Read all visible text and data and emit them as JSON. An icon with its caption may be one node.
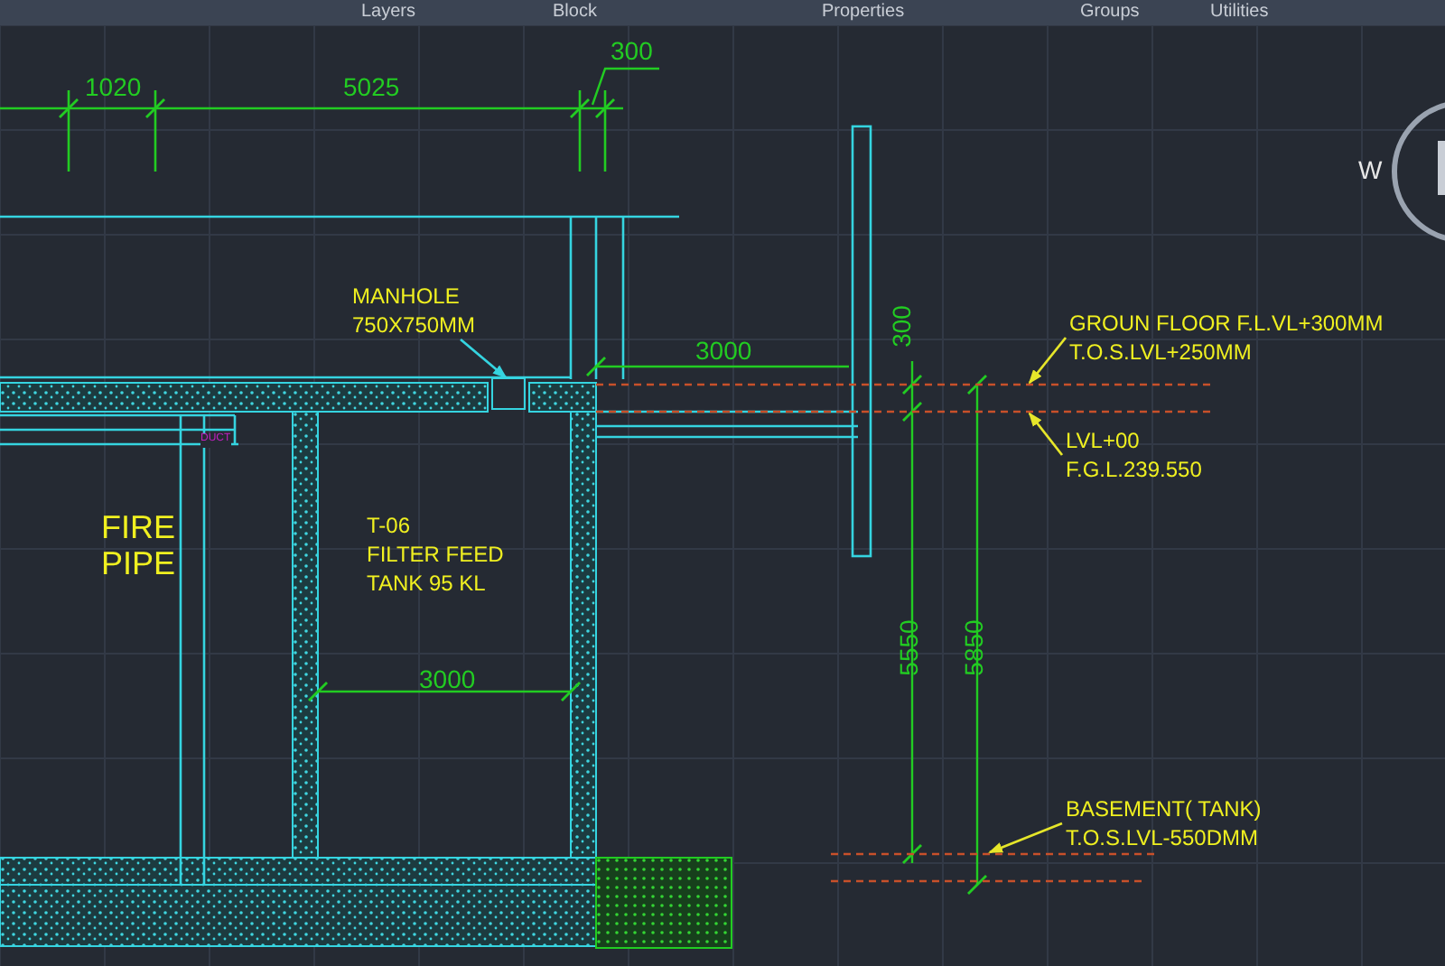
{
  "diagram": {
    "nodes": [
      {
        "text": [
          "MANHOLE",
          "750X750MM"
        ]
      },
      {
        "text": [],
        "shape": "box"
      },
      {
        "text": [
          "T-06",
          "FILTER FEED TANK 95 KL"
        ]
      },
      {
        "text": [
          "GROUN FLOOR F.L.VL+300MM",
          "T.O.S.LVL+250MM"
        ]
      },
      {
        "text": [
          "LVL+00",
          "F.G.L.239.550"
        ]
      },
      {
        "text": [
          "BASEMENT( TANK)",
          "T.O.S.LVL-550DMM"
        ]
      }
    ],
    "edges": [
      {
        "from": 0,
        "to": 1,
        "arrow": "to",
        "color": "#35d4e0"
      },
      {
        "from": 3,
        "to": null,
        "arrow": "to"
      },
      {
        "from": 4,
        "to": null,
        "arrow": "to"
      },
      {
        "from": 5,
        "to": null,
        "arrow": "to"
      }
    ],
    "labels": [
      "Layers",
      "Block",
      "Properties",
      "Groups",
      "Utilities",
      "1020",
      "5025",
      "300",
      "W",
      "3000",
      "300",
      "5550",
      "5850",
      "3000",
      "FIRE PIPE",
      "DUCT"
    ]
  }
}
